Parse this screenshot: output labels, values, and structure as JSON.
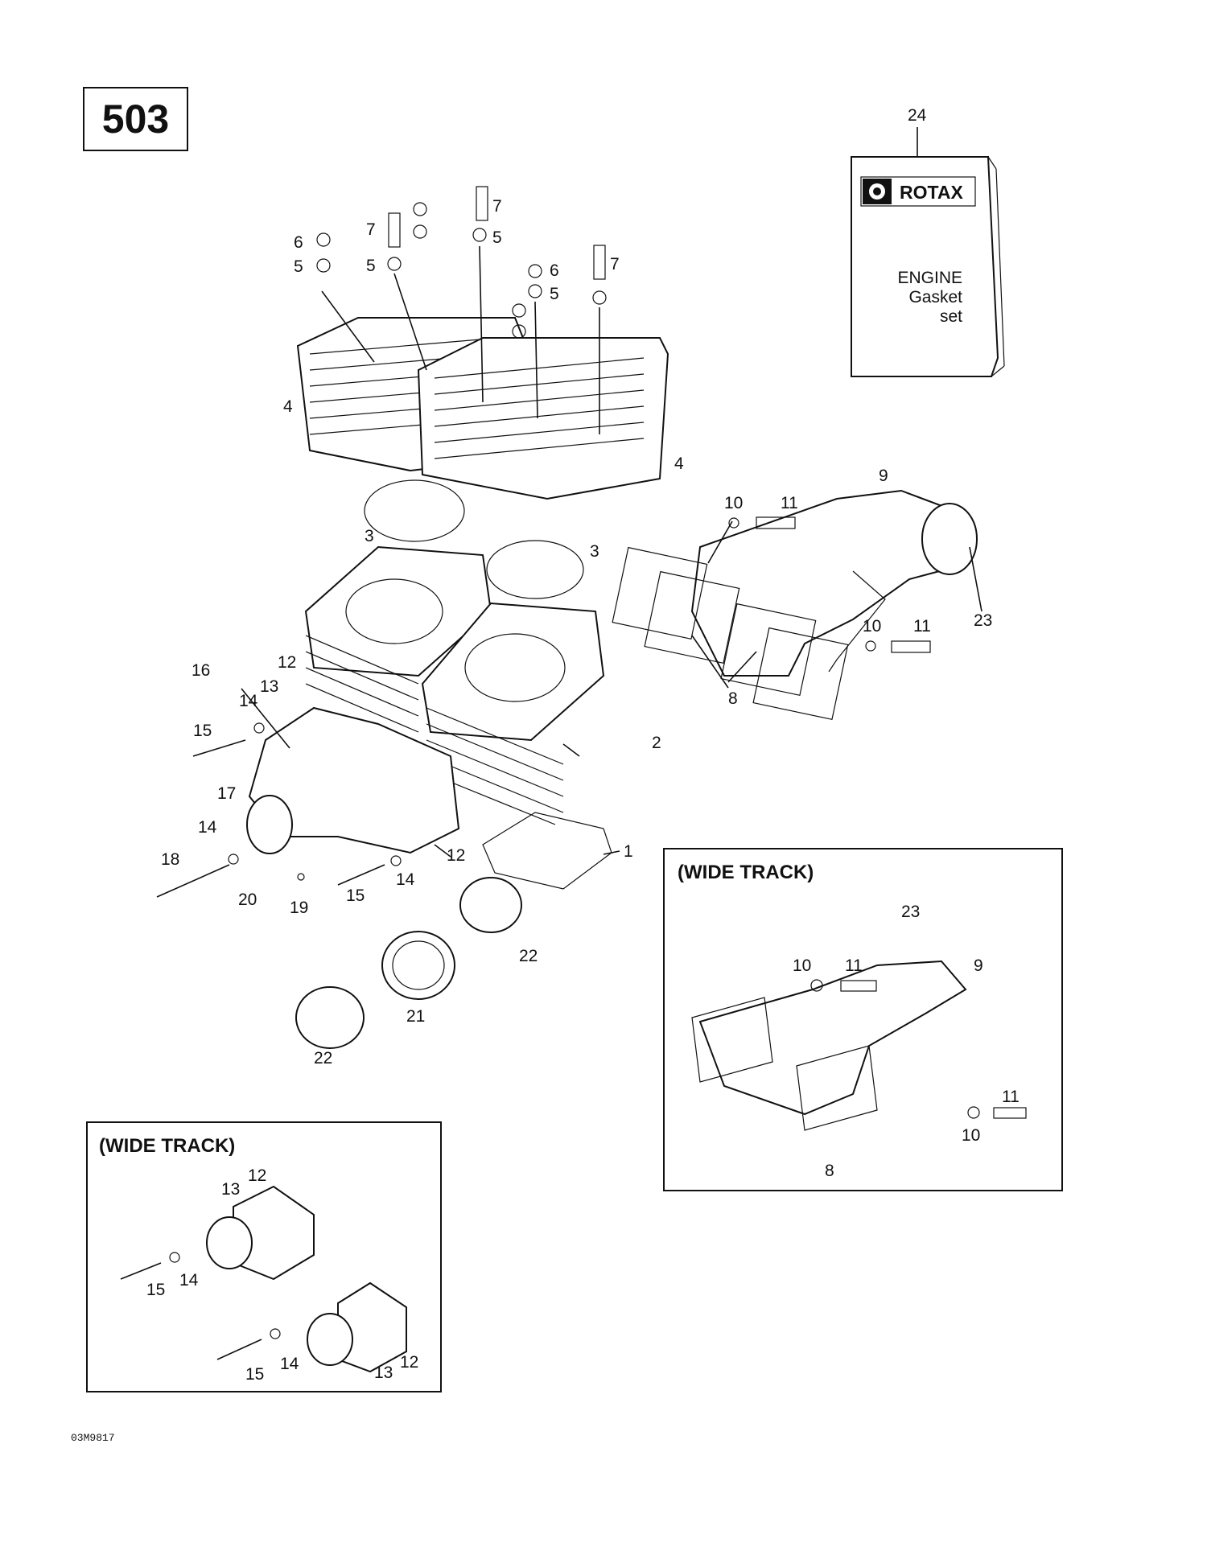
{
  "page_number": "503",
  "kit": {
    "callout": "24",
    "brand": "ROTAX",
    "title_line1": "ENGINE",
    "title_line2": "Gasket",
    "title_line3": "set"
  },
  "insets": {
    "wide_track_left": "(WIDE TRACK)",
    "wide_track_right": "(WIDE TRACK)"
  },
  "footer_code": "03M9817",
  "callouts": {
    "c1": "1",
    "c2": "2",
    "c3a": "3",
    "c3b": "3",
    "c4a": "4",
    "c4b": "4",
    "c5a": "5",
    "c5b": "5",
    "c5c": "5",
    "c5d": "5",
    "c6a": "6",
    "c6b": "6",
    "c7a": "7",
    "c7b": "7",
    "c7c": "7",
    "c8": "8",
    "c9": "9",
    "c10a": "10",
    "c10b": "10",
    "c11a": "11",
    "c11b": "11",
    "c12a": "12",
    "c12b": "12",
    "c13": "13",
    "c14a": "14",
    "c14b": "14",
    "c14c": "14",
    "c15a": "15",
    "c15b": "15",
    "c16": "16",
    "c17": "17",
    "c18": "18",
    "c19": "19",
    "c20": "20",
    "c21": "21",
    "c22a": "22",
    "c22b": "22",
    "c23": "23",
    "r23": "23",
    "r10a": "10",
    "r11a": "11",
    "r9": "9",
    "r11b": "11",
    "r10b": "10",
    "r8": "8",
    "l13a": "13",
    "l12a": "12",
    "l15a": "15",
    "l14a": "14",
    "l15b": "15",
    "l14b": "14",
    "l13b": "13",
    "l12b": "12"
  }
}
